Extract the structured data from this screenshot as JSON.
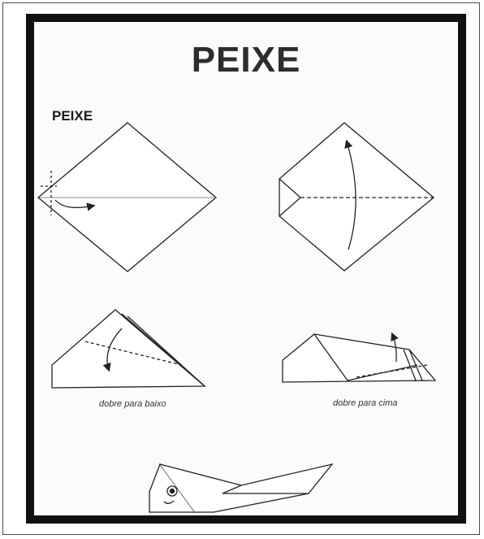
{
  "title": "PEIXE",
  "subtitle": "PEIXE",
  "captions": {
    "step3": "dobre para baixo",
    "step4": "dobre para cima"
  }
}
